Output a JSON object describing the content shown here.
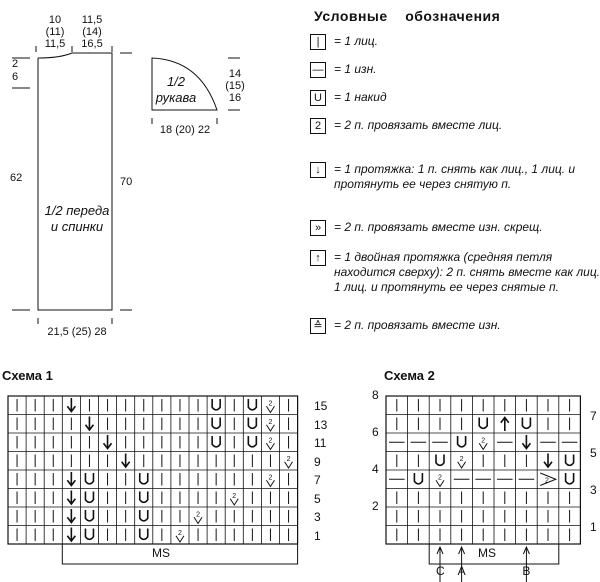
{
  "pattern_main": {
    "neck_width": [
      "10",
      "(11)",
      "11,5"
    ],
    "shoulder_width": [
      "11,5",
      "(14)",
      "16,5"
    ],
    "neck_depth_a": "2",
    "neck_depth_b": "6",
    "length_total": "62",
    "length_side": "70",
    "body_label": [
      "1/2 переда",
      "и спинки"
    ],
    "width_bottom": "21,5 (25) 28"
  },
  "pattern_sleeve": {
    "label": [
      "1/2",
      "рукава"
    ],
    "height": [
      "14",
      "(15)",
      "16"
    ],
    "width": "18 (20) 22"
  },
  "legend": {
    "title": "Условные    обозначения",
    "items": [
      {
        "icon": "knit-stitch-icon",
        "text": "= 1 лиц."
      },
      {
        "icon": "purl-stitch-icon",
        "text": "= 1 изн."
      },
      {
        "icon": "yarn-over-icon",
        "text": "= 1 накид"
      },
      {
        "icon": "k2tog-icon",
        "text": "= 2 п. провязать вместе лиц."
      },
      {
        "icon": "skp-icon",
        "text": "= 1 протяжка: 1 п. снять как лиц., 1 лиц. и протянуть ее через снятую п."
      },
      {
        "icon": "p2tog-crossed-icon",
        "text": "= 2 п. провязать вместе изн. скрещ."
      },
      {
        "icon": "double-decrease-icon",
        "text": "= 1 двойная протяжка (средняя петля находится сверху): 2 п. снять вместе как лиц., 1 лиц. и протянуть ее  через снятые п."
      },
      {
        "icon": "p2tog-icon",
        "text": "= 2 п. провязать вместе изн."
      }
    ]
  },
  "scheme1": {
    "title": "Схема 1",
    "row_numbers": [
      "15",
      "13",
      "11",
      "9",
      "7",
      "5",
      "3",
      "1"
    ],
    "repeat_label": "MS",
    "grid": [
      "...V.......U.UK.",
      "....V......U.UK.",
      ".....V.....U.UK.",
      "......V........K",
      "...VO..O......K.",
      "...VO..O....K...",
      "...VO..O..K.....",
      "...VO..O.K......"
    ]
  },
  "scheme2": {
    "title": "Схема 2",
    "left_numbers": [
      "8",
      "6",
      "4",
      "2"
    ],
    "right_numbers": [
      "7",
      "5",
      "3",
      "1"
    ],
    "repeat_label": "MS",
    "markers": [
      "C",
      "A",
      "B"
    ],
    "grid": [
      ".........",
      "....UTU..",
      "---UK-V--",
      "..UK...VU",
      "-UK----PU",
      ".........",
      ".........",
      "........."
    ]
  }
}
